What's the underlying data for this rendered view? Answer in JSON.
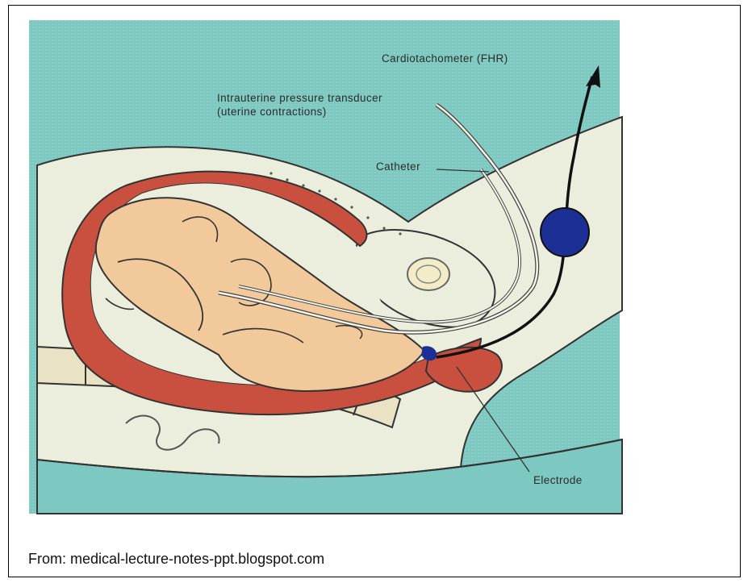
{
  "diagram": {
    "labels": {
      "cardiotachometer": "Cardiotachometer (FHR)",
      "transducer_line1": "Intrauterine pressure transducer",
      "transducer_line2": "(uterine contractions)",
      "catheter": "Catheter",
      "electrode": "Electrode"
    },
    "colors": {
      "background": "#7ec8c2",
      "tissue": "#eceedd",
      "uterine_wall": "#c9503f",
      "fetus": "#f2c99a",
      "monitor": "#1c2f94",
      "spine": "#e9e2c4"
    }
  },
  "caption": "From: medical-lecture-notes-ppt.blogspot.com"
}
